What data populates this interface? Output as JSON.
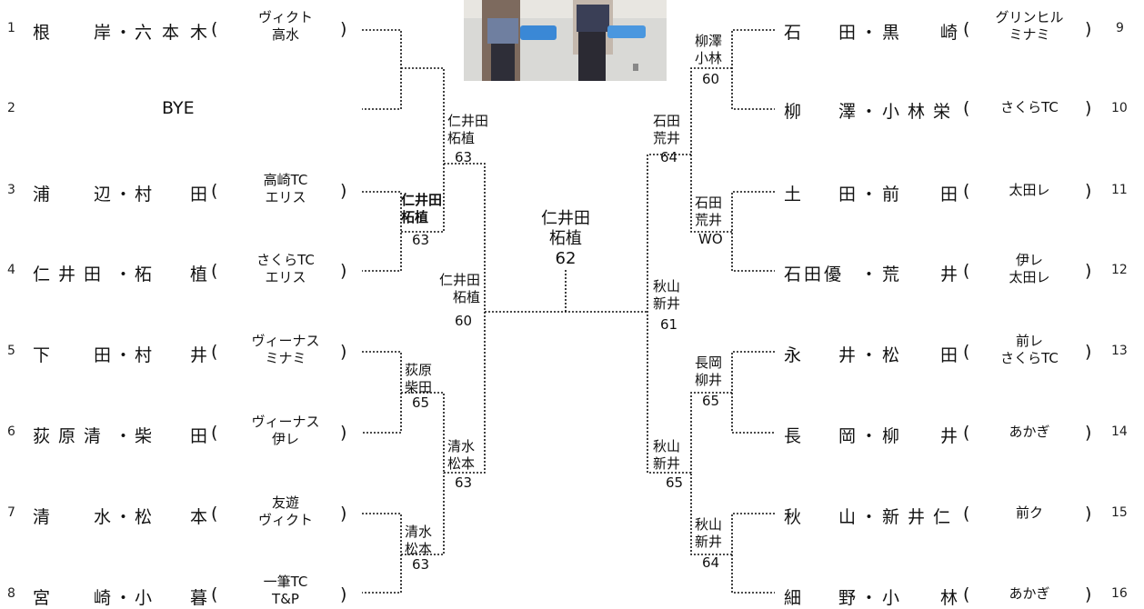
{
  "left": [
    {
      "no": "1",
      "p1a": "根",
      "p1b": "岸",
      "sep": "・",
      "p2a": "六",
      "p2b": "本",
      "p2c": "木",
      "open": "(",
      "club1": "ヴィクト",
      "club2": "高水",
      "close": ")"
    },
    {
      "no": "2",
      "bye": "BYE"
    },
    {
      "no": "3",
      "p1a": "浦",
      "p1b": "辺",
      "sep": "・",
      "p2a": "村",
      "p2c": "田",
      "open": "(",
      "club1": "高崎TC",
      "club2": "エリス",
      "close": ")"
    },
    {
      "no": "4",
      "p1a": "仁",
      "p1b": "井",
      "p1c": "田",
      "sep": "・",
      "p2a": "柘",
      "p2c": "植",
      "open": "(",
      "club1": "さくらTC",
      "club2": "エリス",
      "close": ")"
    },
    {
      "no": "5",
      "p1a": "下",
      "p1b": "田",
      "sep": "・",
      "p2a": "村",
      "p2c": "井",
      "open": "(",
      "club1": "ヴィーナス",
      "club2": "ミナミ",
      "close": ")"
    },
    {
      "no": "6",
      "p1a": "荻",
      "p1b": "原",
      "p1c": "清",
      "sep": "・",
      "p2a": "柴",
      "p2c": "田",
      "open": "(",
      "club1": "ヴィーナス",
      "club2": "伊レ",
      "close": ")"
    },
    {
      "no": "7",
      "p1a": "清",
      "p1b": "水",
      "sep": "・",
      "p2a": "松",
      "p2c": "本",
      "open": "(",
      "club1": "友遊",
      "club2": "ヴィクト",
      "close": ")"
    },
    {
      "no": "8",
      "p1a": "宮",
      "p1b": "崎",
      "sep": "・",
      "p2a": "小",
      "p2c": "暮",
      "open": "(",
      "club1": "一筆TC",
      "club2": "T&P",
      "close": ")"
    }
  ],
  "right": [
    {
      "no": "9",
      "p1a": "石",
      "p1b": "田",
      "sep": "・",
      "p2a": "黒",
      "p2c": "崎",
      "open": "(",
      "club1": "グリンヒル",
      "club2": "ミナミ",
      "close": ")"
    },
    {
      "no": "10",
      "p1a": "柳",
      "p1b": "澤",
      "sep": "・",
      "p2a": "小",
      "p2b": "林",
      "p2c": "栄",
      "open": "(",
      "club1": "さくらTC",
      "club2": "",
      "close": ")"
    },
    {
      "no": "11",
      "p1a": "土",
      "p1b": "田",
      "sep": "・",
      "p2a": "前",
      "p2c": "田",
      "open": "(",
      "club1": "太田レ",
      "club2": "",
      "close": ")"
    },
    {
      "no": "12",
      "p1a": "石",
      "p1b": "田",
      "p1c": "優",
      "sep": "・",
      "p2a": "荒",
      "p2c": "井",
      "open": "(",
      "club1": "伊レ",
      "club2": "太田レ",
      "close": ")"
    },
    {
      "no": "13",
      "p1a": "永",
      "p1b": "井",
      "sep": "・",
      "p2a": "松",
      "p2c": "田",
      "open": "(",
      "club1": "前レ",
      "club2": "さくらTC",
      "close": ")"
    },
    {
      "no": "14",
      "p1a": "長",
      "p1b": "岡",
      "sep": "・",
      "p2a": "柳",
      "p2c": "井",
      "open": "(",
      "club1": "あかぎ",
      "club2": "",
      "close": ")"
    },
    {
      "no": "15",
      "p1a": "秋",
      "p1b": "山",
      "sep": "・",
      "p2a": "新",
      "p2b": "井",
      "p2c": "仁",
      "open": "(",
      "club1": "前ク",
      "club2": "",
      "close": ")"
    },
    {
      "no": "16",
      "p1a": "細",
      "p1b": "野",
      "sep": "・",
      "p2a": "小",
      "p2c": "林",
      "open": "(",
      "club1": "あかぎ",
      "club2": "",
      "close": ")"
    }
  ],
  "results": {
    "r1_l1": {
      "w1": "",
      "w2": "",
      "score": ""
    },
    "r1_l2": {
      "w1": "仁井田",
      "w2": "柘植",
      "score": "63"
    },
    "r1_l3": {
      "w1": "荻原",
      "w2": "柴田",
      "score": "65"
    },
    "r1_l4": {
      "w1": "清水",
      "w2": "松本",
      "score": "63"
    },
    "r2_l1": {
      "w1": "仁井田",
      "w2": "柘植",
      "score": "63"
    },
    "r2_l2": {
      "w1": "清水",
      "w2": "松本",
      "score": "63"
    },
    "r3_l": {
      "w1": "仁井田",
      "w2": "柘植",
      "score": "60"
    },
    "final": {
      "w1": "仁井田",
      "w2": "柘植",
      "score": "62"
    },
    "r1_r1": {
      "w1": "柳澤",
      "w2": "小林",
      "score": "60"
    },
    "r1_r2": {
      "w1": "石田",
      "w2": "荒井",
      "score": "WO"
    },
    "r1_r3": {
      "w1": "長岡",
      "w2": "柳井",
      "score": "65"
    },
    "r1_r4": {
      "w1": "秋山",
      "w2": "新井",
      "score": "64"
    },
    "r2_r1": {
      "w1": "石田",
      "w2": "荒井",
      "score": "64"
    },
    "r2_r2": {
      "w1": "秋山",
      "w2": "新井",
      "score": "65"
    },
    "r3_r": {
      "w1": "秋山",
      "w2": "新井",
      "score": "61"
    }
  }
}
